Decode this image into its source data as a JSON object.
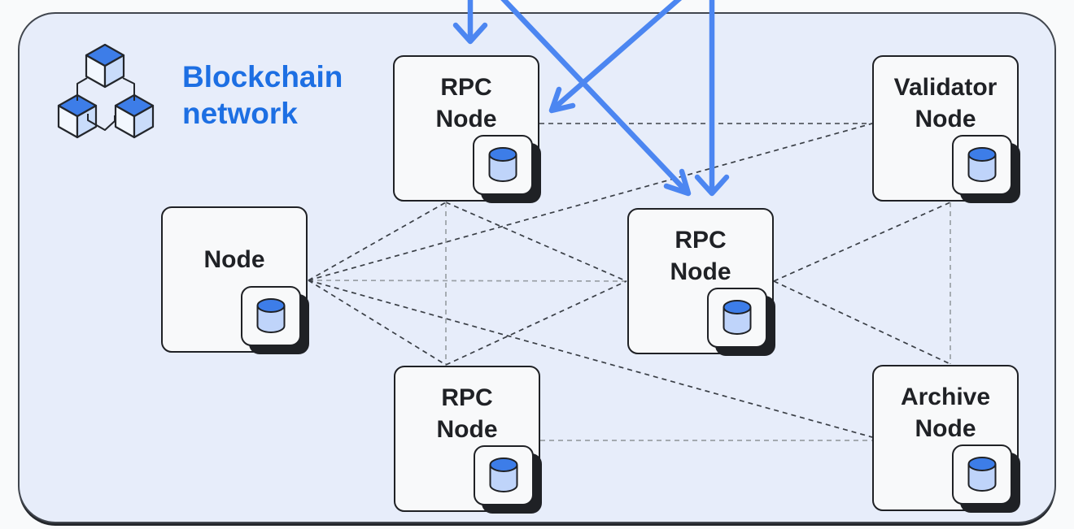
{
  "header": {
    "title_line1": "Blockchain",
    "title_line2": "network",
    "logo": "blockchain-cubes-icon"
  },
  "nodes": [
    {
      "id": "rpc-node-top",
      "lines": [
        "RPC",
        "Node"
      ],
      "icon": "database-icon"
    },
    {
      "id": "validator-node",
      "lines": [
        "Validator",
        "Node"
      ],
      "icon": "database-icon"
    },
    {
      "id": "node",
      "lines": [
        "Node"
      ],
      "icon": "database-icon"
    },
    {
      "id": "rpc-node-center",
      "lines": [
        "RPC",
        "Node"
      ],
      "icon": "database-icon"
    },
    {
      "id": "rpc-node-bottom",
      "lines": [
        "RPC",
        "Node"
      ],
      "icon": "database-icon"
    },
    {
      "id": "archive-node",
      "lines": [
        "Archive",
        "Node"
      ],
      "icon": "database-icon"
    }
  ],
  "connections": [
    {
      "from": "node",
      "to": "rpc-node-top"
    },
    {
      "from": "node",
      "to": "rpc-node-bottom"
    },
    {
      "from": "node",
      "to": "rpc-node-center"
    },
    {
      "from": "node",
      "to": "validator-node"
    },
    {
      "from": "node",
      "to": "archive-node"
    },
    {
      "from": "rpc-node-top",
      "to": "validator-node"
    },
    {
      "from": "rpc-node-top",
      "to": "rpc-node-center"
    },
    {
      "from": "rpc-node-top",
      "to": "rpc-node-bottom"
    },
    {
      "from": "rpc-node-bottom",
      "to": "rpc-node-center"
    },
    {
      "from": "rpc-node-bottom",
      "to": "archive-node"
    },
    {
      "from": "rpc-node-center",
      "to": "validator-node"
    },
    {
      "from": "rpc-node-center",
      "to": "archive-node"
    },
    {
      "from": "validator-node",
      "to": "archive-node"
    }
  ],
  "incoming_arrows": {
    "count": 4,
    "targets": [
      "rpc-node-top",
      "rpc-node-top",
      "rpc-node-center",
      "rpc-node-center"
    ],
    "style": "solid blue arrows entering from top of image"
  },
  "colors": {
    "accent_blue": "#4c86f1",
    "title_blue": "#1d6fe3",
    "cube_top_blue": "#3d7de8",
    "panel_background": "#e7edfa",
    "box_background": "#f8f9fa",
    "outline_dark": "#1f2125",
    "dashed_line": "#3a3f46",
    "dashed_line_light": "#9aa0a6"
  }
}
